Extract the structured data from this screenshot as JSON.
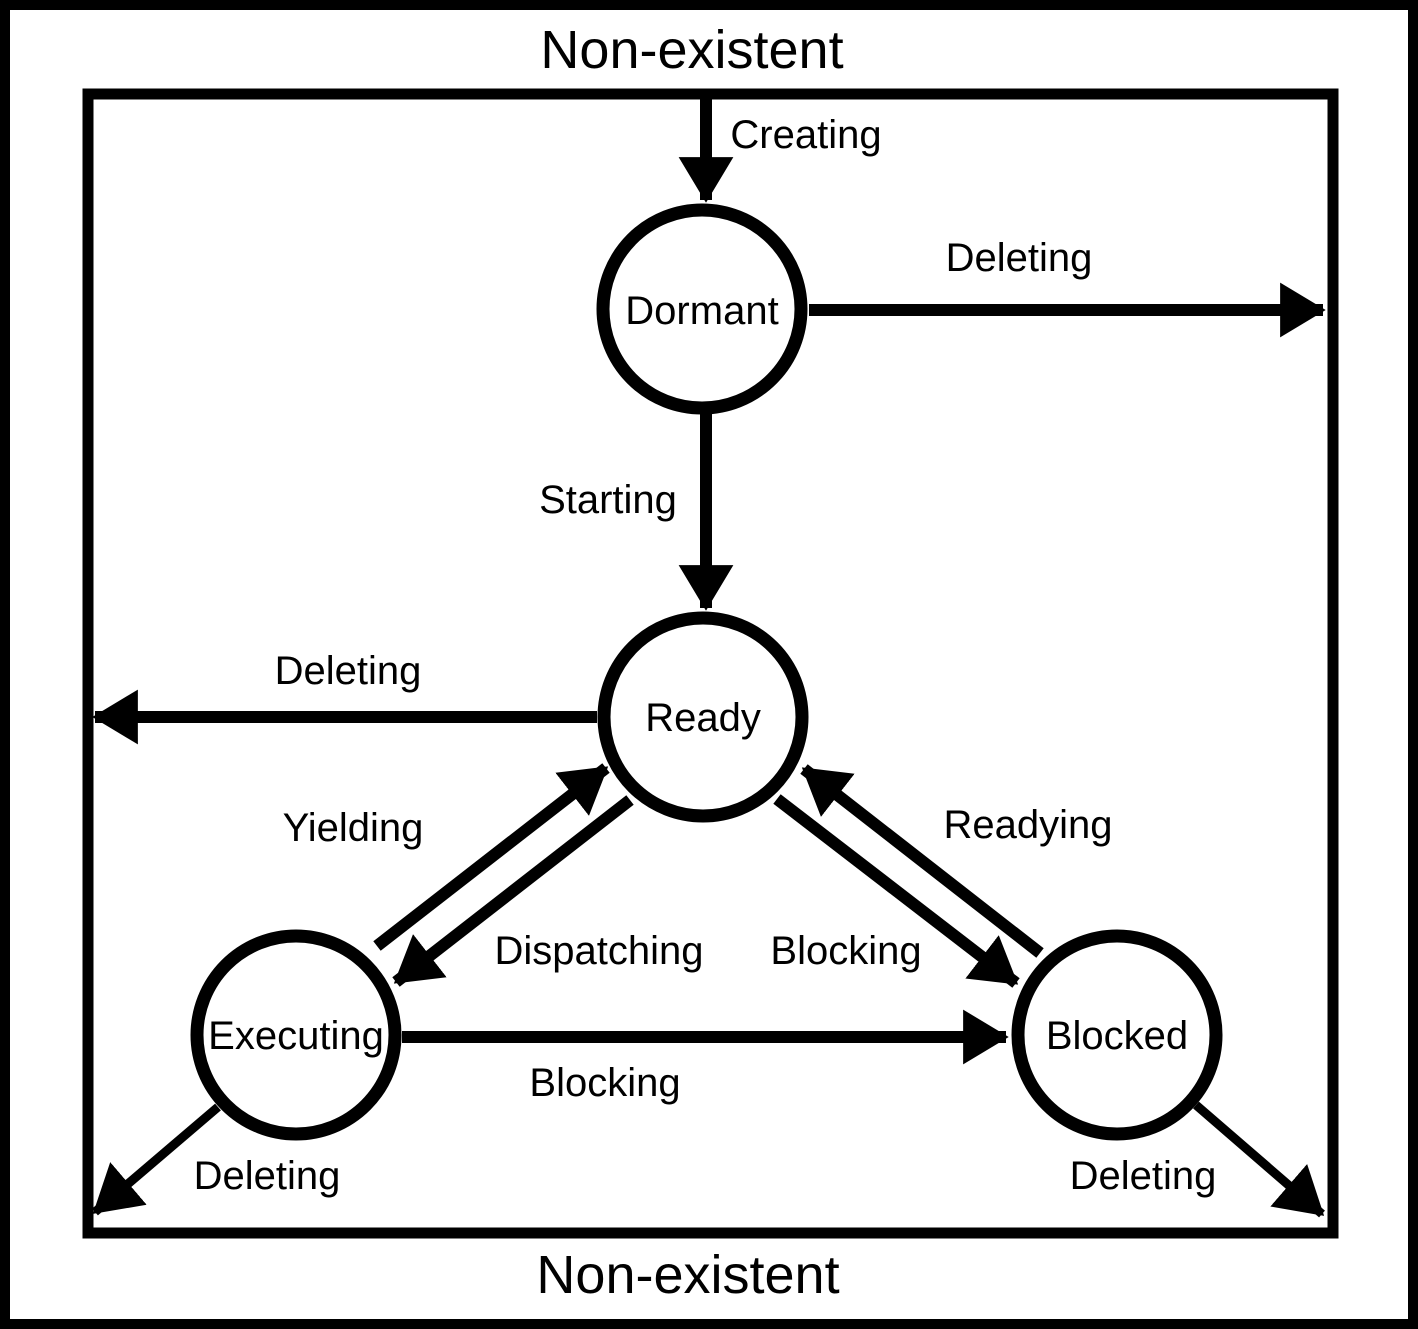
{
  "diagram": {
    "kind": "state-transition-diagram",
    "colors": {
      "ink": "#000000",
      "background": "#ffffff"
    },
    "outer_state": {
      "label_top": "Non-existent",
      "label_bottom": "Non-existent"
    },
    "states": [
      {
        "id": "dormant",
        "label": "Dormant"
      },
      {
        "id": "ready",
        "label": "Ready"
      },
      {
        "id": "executing",
        "label": "Executing"
      },
      {
        "id": "blocked",
        "label": "Blocked"
      }
    ],
    "transitions": [
      {
        "id": "creating",
        "label": "Creating",
        "from": "non-existent",
        "to": "dormant"
      },
      {
        "id": "deleting-dormant",
        "label": "Deleting",
        "from": "dormant",
        "to": "non-existent"
      },
      {
        "id": "starting",
        "label": "Starting",
        "from": "dormant",
        "to": "ready"
      },
      {
        "id": "deleting-ready",
        "label": "Deleting",
        "from": "ready",
        "to": "non-existent"
      },
      {
        "id": "yielding",
        "label": "Yielding",
        "from": "executing",
        "to": "ready"
      },
      {
        "id": "dispatching",
        "label": "Dispatching",
        "from": "ready",
        "to": "executing"
      },
      {
        "id": "blocking-to-blocked",
        "label": "Blocking",
        "from": "ready",
        "to": "blocked"
      },
      {
        "id": "readying",
        "label": "Readying",
        "from": "blocked",
        "to": "ready"
      },
      {
        "id": "blocking-direct",
        "label": "Blocking",
        "from": "executing",
        "to": "blocked"
      },
      {
        "id": "deleting-executing",
        "label": "Deleting",
        "from": "executing",
        "to": "non-existent"
      },
      {
        "id": "deleting-blocked",
        "label": "Deleting",
        "from": "blocked",
        "to": "non-existent"
      }
    ]
  }
}
